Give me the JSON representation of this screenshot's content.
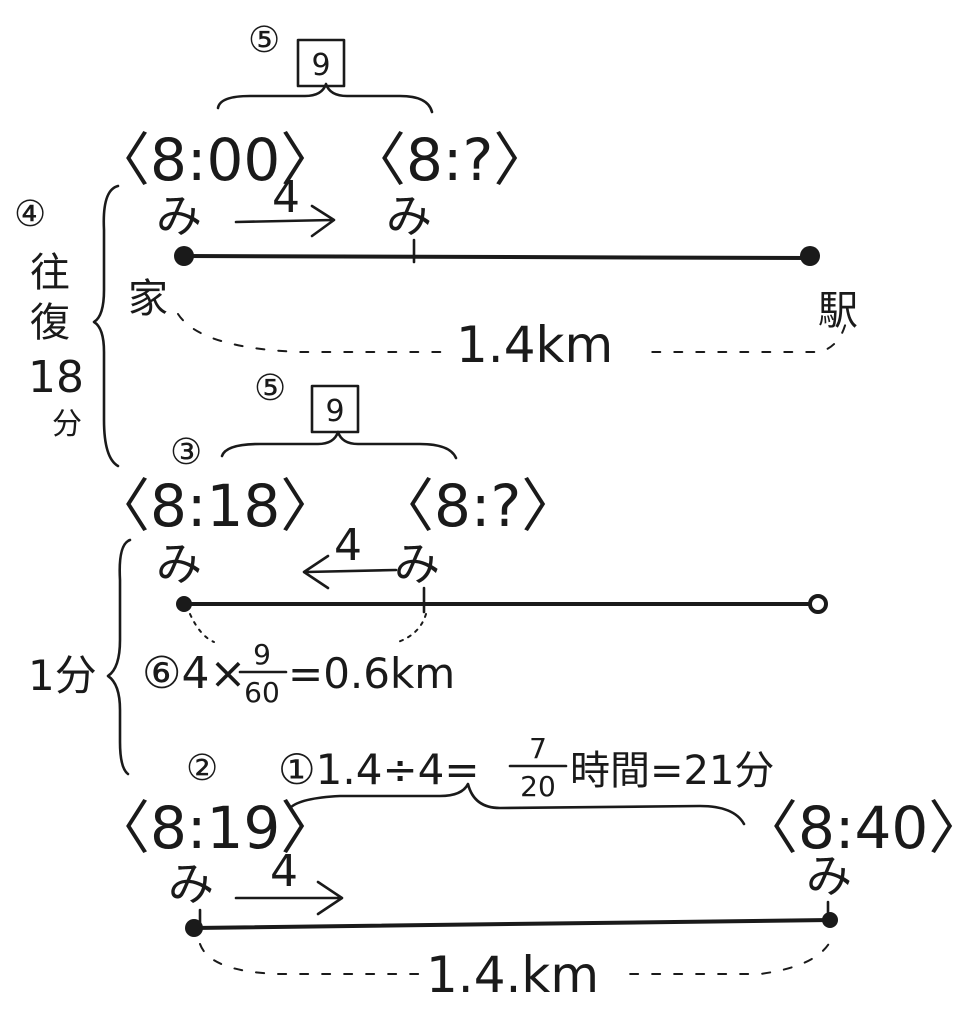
{
  "row1": {
    "start_time": "〈8:00〉",
    "end_time": "〈8:?〉",
    "start_person": "み",
    "moving_person": "み",
    "speed": "4",
    "place_home": "家",
    "place_station": "駅",
    "distance": "1.4km",
    "step_mark": "⑤",
    "minutes_box": "9"
  },
  "row2": {
    "start_time": "〈8:18〉",
    "end_time": "〈8:?〉",
    "start_person": "み",
    "moving_person": "み",
    "speed": "4",
    "step3_mark": "③",
    "step5_mark": "⑤",
    "minutes_box": "9",
    "calc": "⑥4×",
    "fraction_num": "9",
    "fraction_den": "60",
    "result": "=0.6km"
  },
  "row3": {
    "step2_mark": "②",
    "calc1_prefix": "①1.4÷4=",
    "fraction_num": "7",
    "fraction_den": "20",
    "calc1_suffix": "時間=21分",
    "start_time": "〈8:19〉",
    "end_time": "〈8:40〉",
    "start_person": "み",
    "end_person": "み",
    "speed": "4",
    "distance": "1.4.km"
  },
  "side": {
    "step4_mark": "④",
    "roundtrip_chars": [
      "往",
      "復",
      "18",
      "分"
    ],
    "one_minute": "1分"
  }
}
